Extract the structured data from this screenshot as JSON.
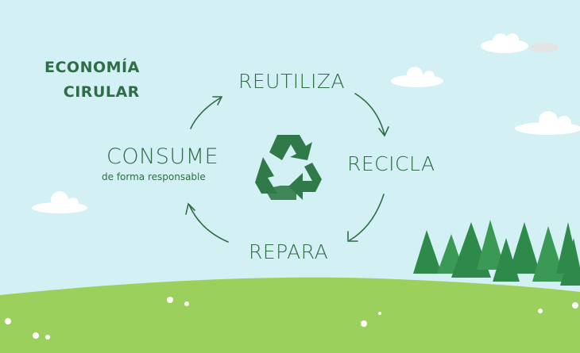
{
  "title": {
    "line1": "ECONOMÍA",
    "line2": "CIRULAR"
  },
  "stages": {
    "reutiliza": "REUTILIZA",
    "recicla": "RECICLA",
    "repara": "REPARA",
    "consume": "CONSUME",
    "consume_sub": "de forma responsable"
  },
  "center_icon": "recycle-icon",
  "colors": {
    "sky": "#d3f0f5",
    "text": "#2f6d46",
    "grass": "#9bd05c",
    "tree": "#2e8a4a"
  }
}
